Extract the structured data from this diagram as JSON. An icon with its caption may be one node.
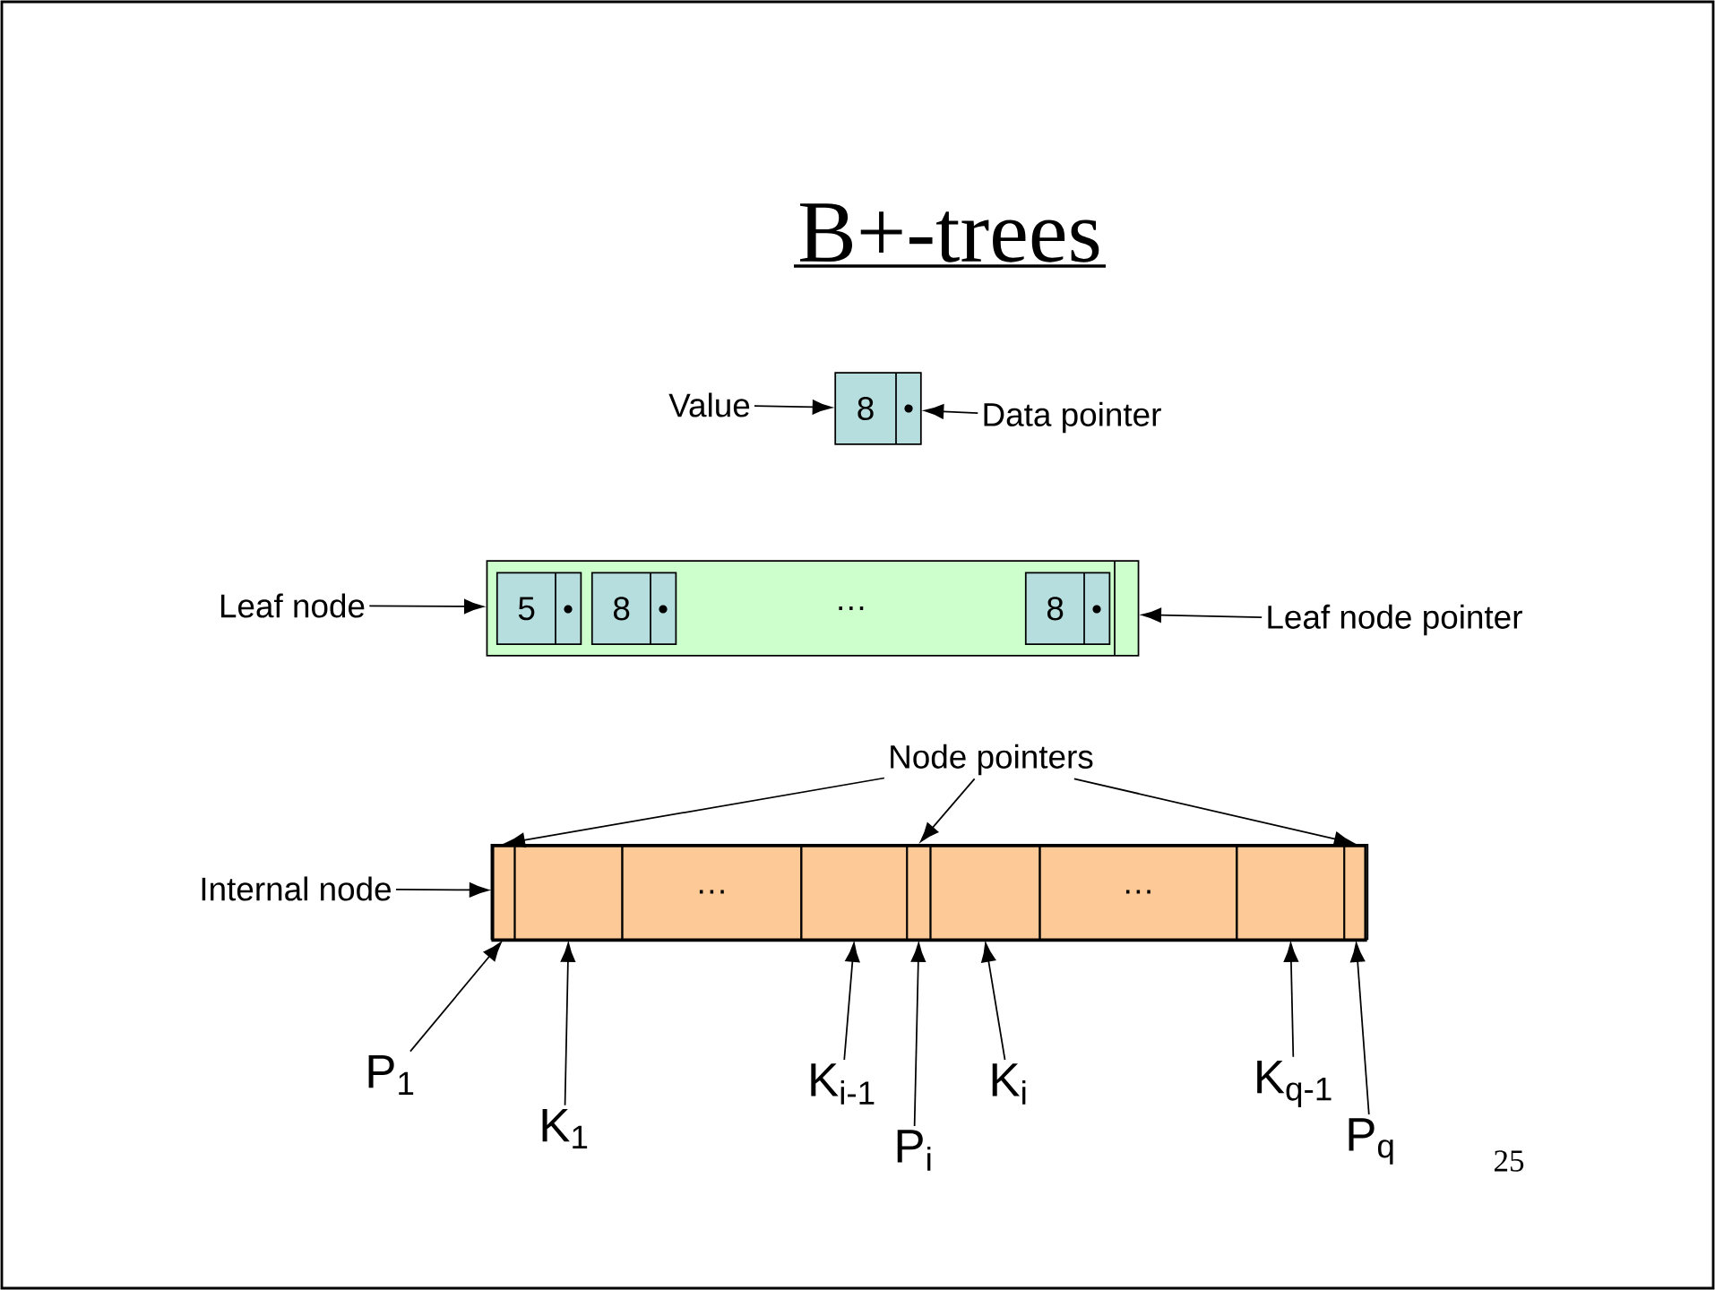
{
  "diagram": {
    "title": "B+-trees",
    "nodes": [
      {
        "text": [
          "Value"
        ]
      },
      {
        "text": [
          "8"
        ]
      },
      {
        "text": [
          "Data pointer"
        ]
      },
      {
        "text": [
          "Leaf node"
        ]
      },
      {
        "text": [
          "…"
        ]
      },
      {
        "text": [
          "5"
        ],
        "in": 4
      },
      {
        "text": [
          "8"
        ],
        "in": 4
      },
      {
        "text": [
          "8"
        ],
        "in": 4
      },
      {
        "text": [
          "Leaf node pointer"
        ]
      },
      {
        "text": [
          "Node pointers"
        ]
      },
      {
        "text": [
          "Internal node"
        ]
      },
      {
        "text": [],
        "shape": "bar"
      },
      {
        "text": [],
        "shape": "box",
        "in": 11
      },
      {
        "text": [],
        "shape": "box",
        "in": 11
      },
      {
        "text": [
          "…"
        ],
        "in": 11
      },
      {
        "text": [],
        "shape": "box",
        "in": 11
      },
      {
        "text": [],
        "shape": "box",
        "in": 11
      },
      {
        "text": [],
        "shape": "box",
        "in": 11
      },
      {
        "text": [
          "…"
        ],
        "in": 11
      },
      {
        "text": [],
        "shape": "box",
        "in": 11
      },
      {
        "text": [],
        "shape": "box",
        "in": 11
      },
      {
        "text": [
          "P$_{1}$"
        ]
      },
      {
        "text": [
          "K$_{1}$"
        ]
      },
      {
        "text": [
          "K$_{i-1}$"
        ]
      },
      {
        "text": [
          "P$_{i}$"
        ]
      },
      {
        "text": [
          "K$_{i}$"
        ]
      },
      {
        "text": [
          "K$_{q-1}$"
        ]
      },
      {
        "text": [
          "P$_{q}$"
        ]
      }
    ],
    "edges": [
      {
        "from": 0,
        "to": 1,
        "arrow": "to"
      },
      {
        "from": 2,
        "to": 1,
        "arrow": "to"
      },
      {
        "from": 3,
        "to": 4,
        "arrow": "to"
      },
      {
        "from": 8,
        "to": 4,
        "arrow": "to"
      },
      {
        "from": 9,
        "to": 12,
        "arrow": "to"
      },
      {
        "from": 9,
        "to": 16,
        "arrow": "to"
      },
      {
        "from": 9,
        "to": 20,
        "arrow": "to"
      },
      {
        "from": 10,
        "to": 11,
        "arrow": "to"
      },
      {
        "from": 21,
        "to": 12,
        "arrow": "to"
      },
      {
        "from": 22,
        "to": 13,
        "arrow": "to"
      },
      {
        "from": 23,
        "to": 15,
        "arrow": "to"
      },
      {
        "from": 24,
        "to": 16,
        "arrow": "to"
      },
      {
        "from": 25,
        "to": 17,
        "arrow": "to"
      },
      {
        "from": 26,
        "to": 19,
        "arrow": "to"
      },
      {
        "from": 27,
        "to": 20,
        "arrow": "to"
      }
    ],
    "labels": [
      "25"
    ]
  }
}
